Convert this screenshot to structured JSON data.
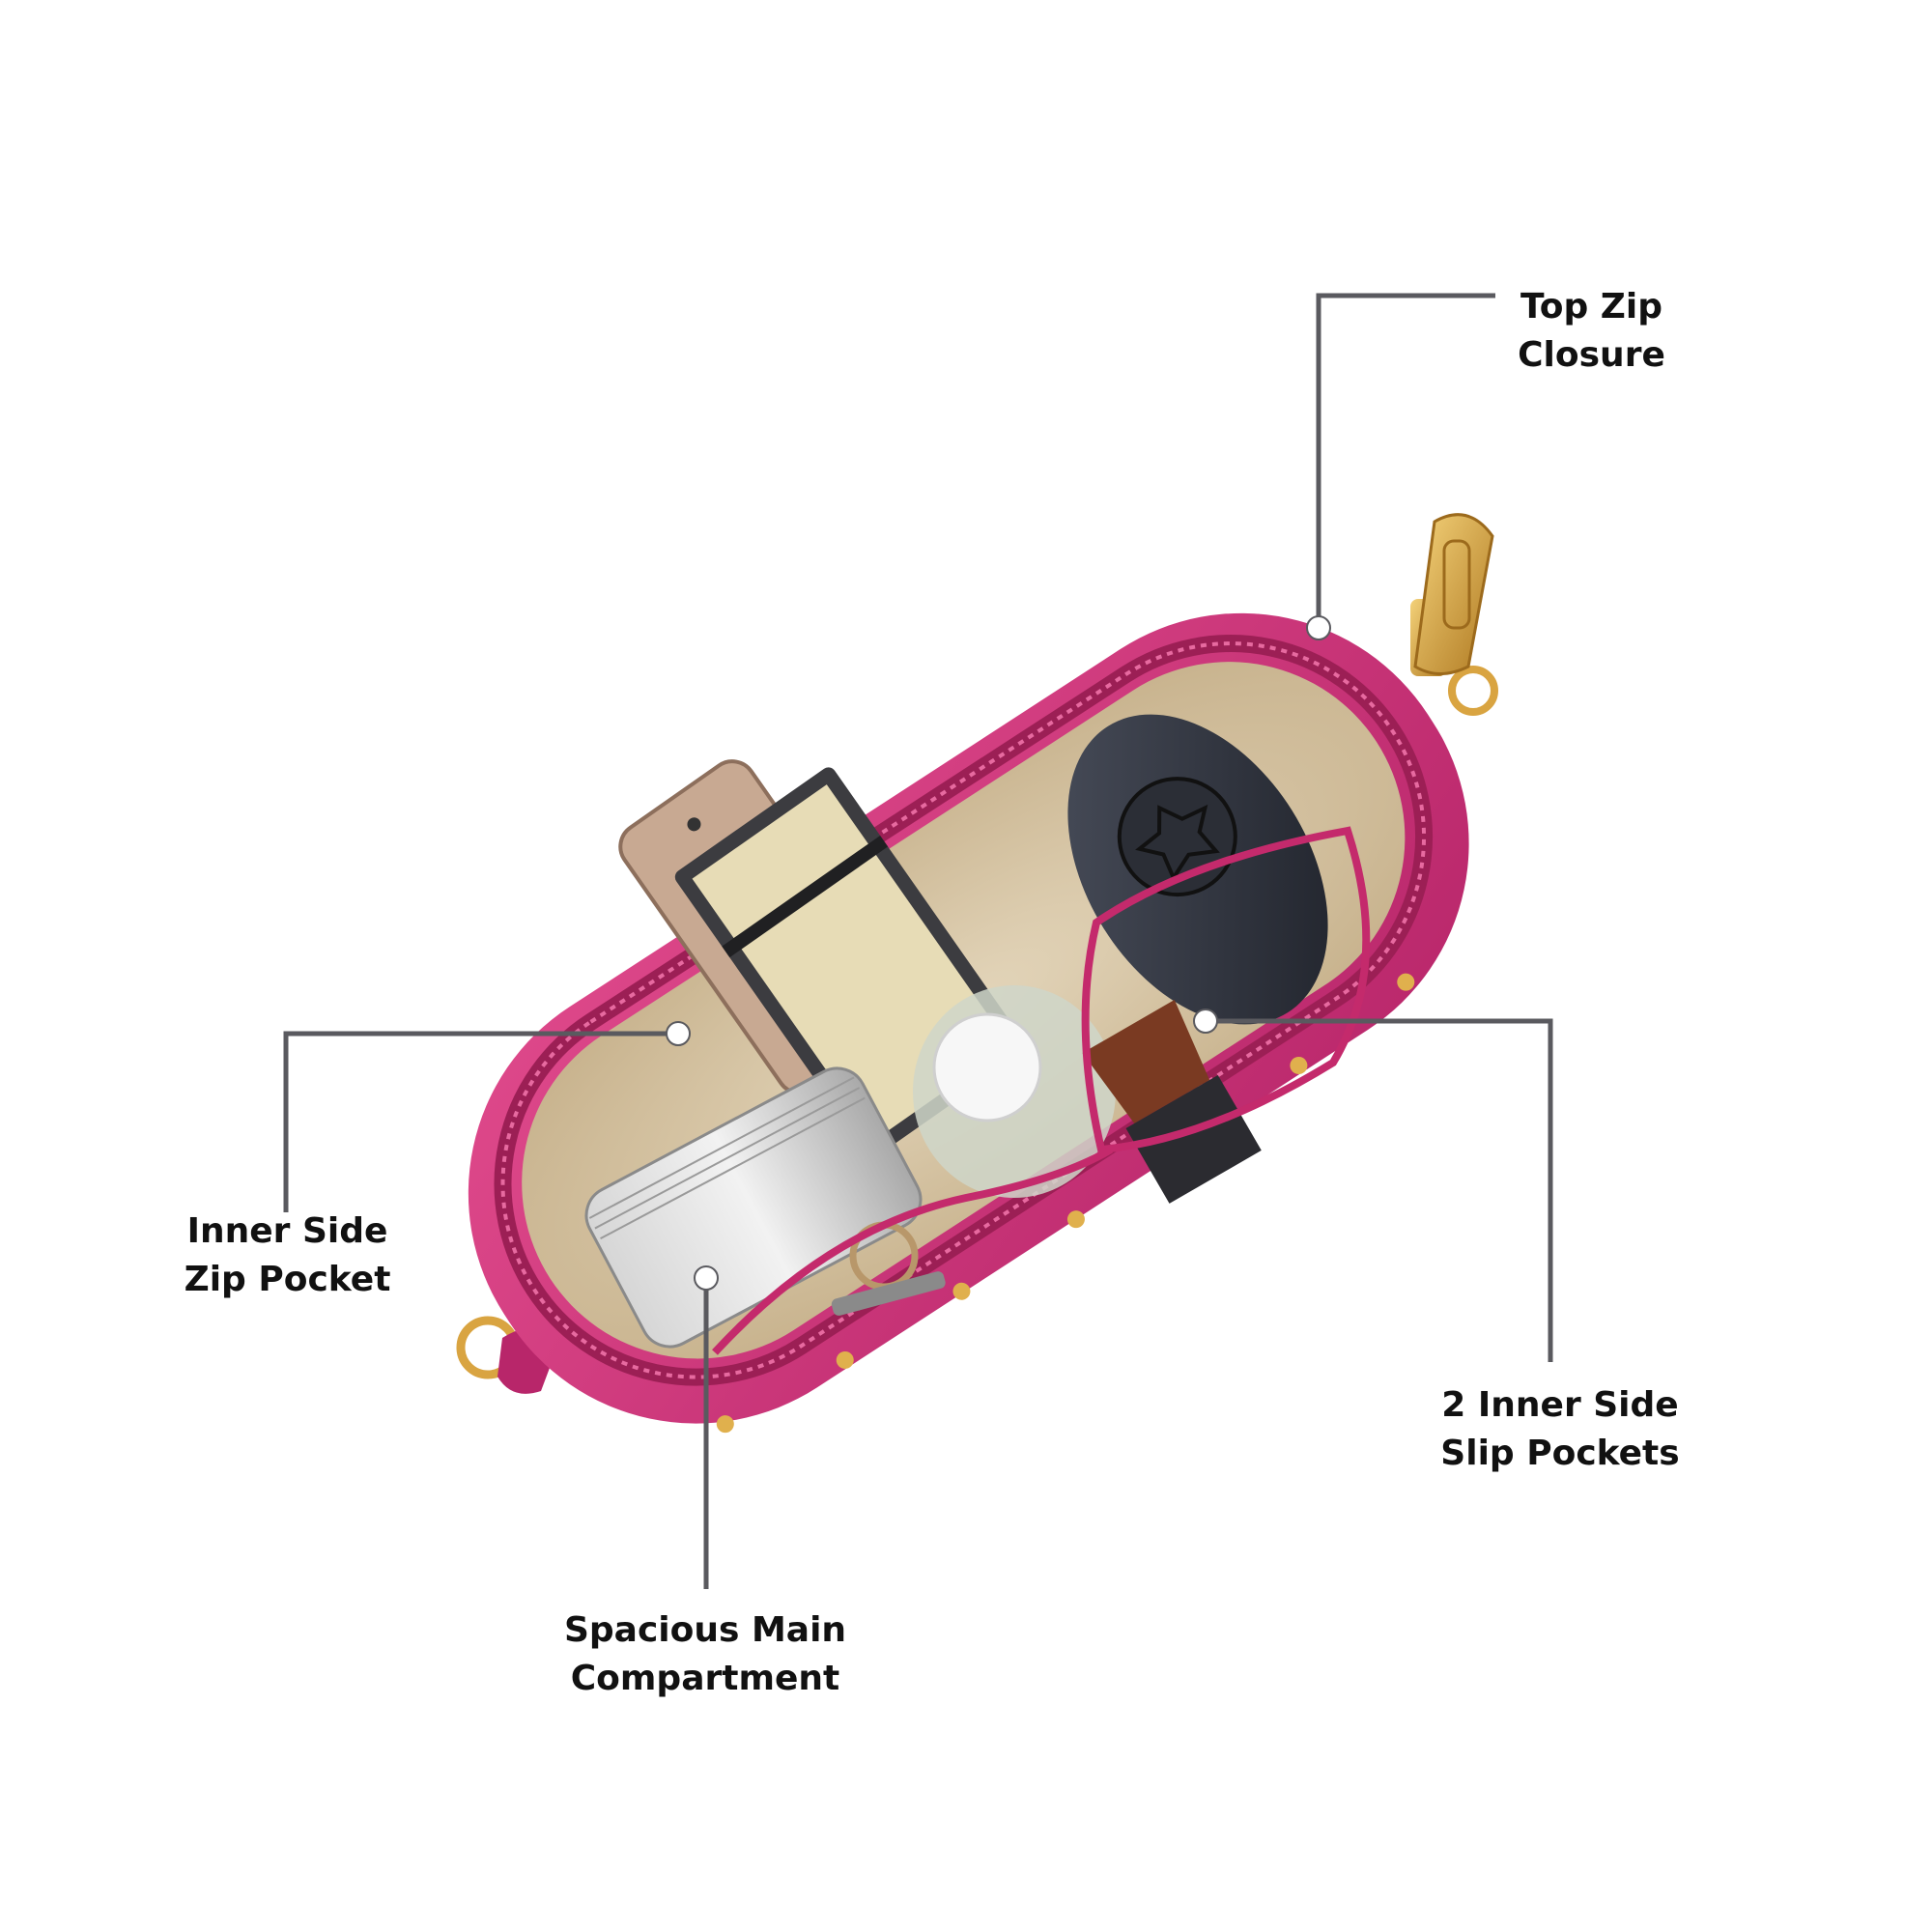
{
  "colors": {
    "bag": "#d4357a",
    "bag_dark": "#a8215c",
    "zipper": "#c42a6c",
    "lining": "#d9c8a8",
    "lining_dark": "#c2ad88",
    "gold": "#d9a441",
    "leader": "#5a5a5f",
    "dot": "#ffffff"
  },
  "callouts": [
    {
      "id": "top-zip-closure",
      "lines": [
        "Top Zip",
        "Closure"
      ]
    },
    {
      "id": "inner-side-zip-pocket",
      "lines": [
        "Inner Side",
        "Zip Pocket"
      ]
    },
    {
      "id": "inner-side-slip-pockets",
      "lines": [
        "2 Inner Side",
        "Slip Pockets"
      ]
    },
    {
      "id": "spacious-main-compartment",
      "lines": [
        "Spacious Main",
        "Compartment"
      ]
    }
  ],
  "bag_items": [
    "phone",
    "notebook",
    "perfume-bottle",
    "glass-jar",
    "tin-container",
    "keys",
    "lipstick"
  ]
}
